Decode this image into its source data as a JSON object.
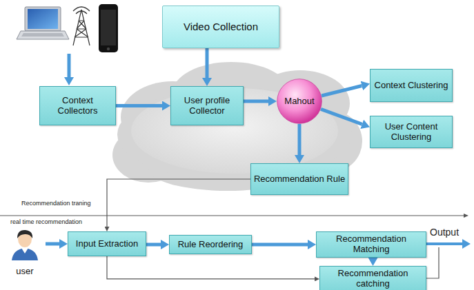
{
  "diagram": {
    "nodes": [
      {
        "text": [
          "Video Collection"
        ]
      },
      {
        "text": [
          "Context Collectors"
        ]
      },
      {
        "text": [
          "User profile Collector"
        ]
      },
      {
        "text": [
          "Mahout"
        ]
      },
      {
        "text": [
          "Context Clustering"
        ]
      },
      {
        "text": [
          "User Content Clustering"
        ]
      },
      {
        "text": [
          "Recommendation Rule"
        ]
      },
      {
        "text": [
          "user"
        ]
      },
      {
        "text": [
          "Input Extraction"
        ]
      },
      {
        "text": [
          "Rule Reordering"
        ]
      },
      {
        "text": [
          "Recommendation Matching"
        ]
      },
      {
        "text": [
          "Recommendation catching"
        ]
      }
    ],
    "edges": [
      {
        "from": 0,
        "to": 2,
        "arrow": "to"
      },
      {
        "from": 1,
        "to": 2,
        "arrow": "to"
      },
      {
        "from": 2,
        "to": 3,
        "arrow": "to"
      },
      {
        "from": 3,
        "to": 4,
        "arrow": "to"
      },
      {
        "from": 3,
        "to": 5,
        "arrow": "to"
      },
      {
        "from": 3,
        "to": 6,
        "arrow": "to"
      },
      {
        "from": 6,
        "to": 8,
        "arrow": "to"
      },
      {
        "from": 7,
        "to": 8,
        "arrow": "to"
      },
      {
        "from": 8,
        "to": 9,
        "arrow": "to"
      },
      {
        "from": 9,
        "to": 10,
        "arrow": "to"
      },
      {
        "from": 8,
        "to": 11,
        "arrow": "to"
      },
      {
        "from": 10,
        "to": 11,
        "arrow": "to"
      }
    ],
    "labels": [
      "Recommendation traning",
      "real time recommendation",
      "Output"
    ]
  }
}
